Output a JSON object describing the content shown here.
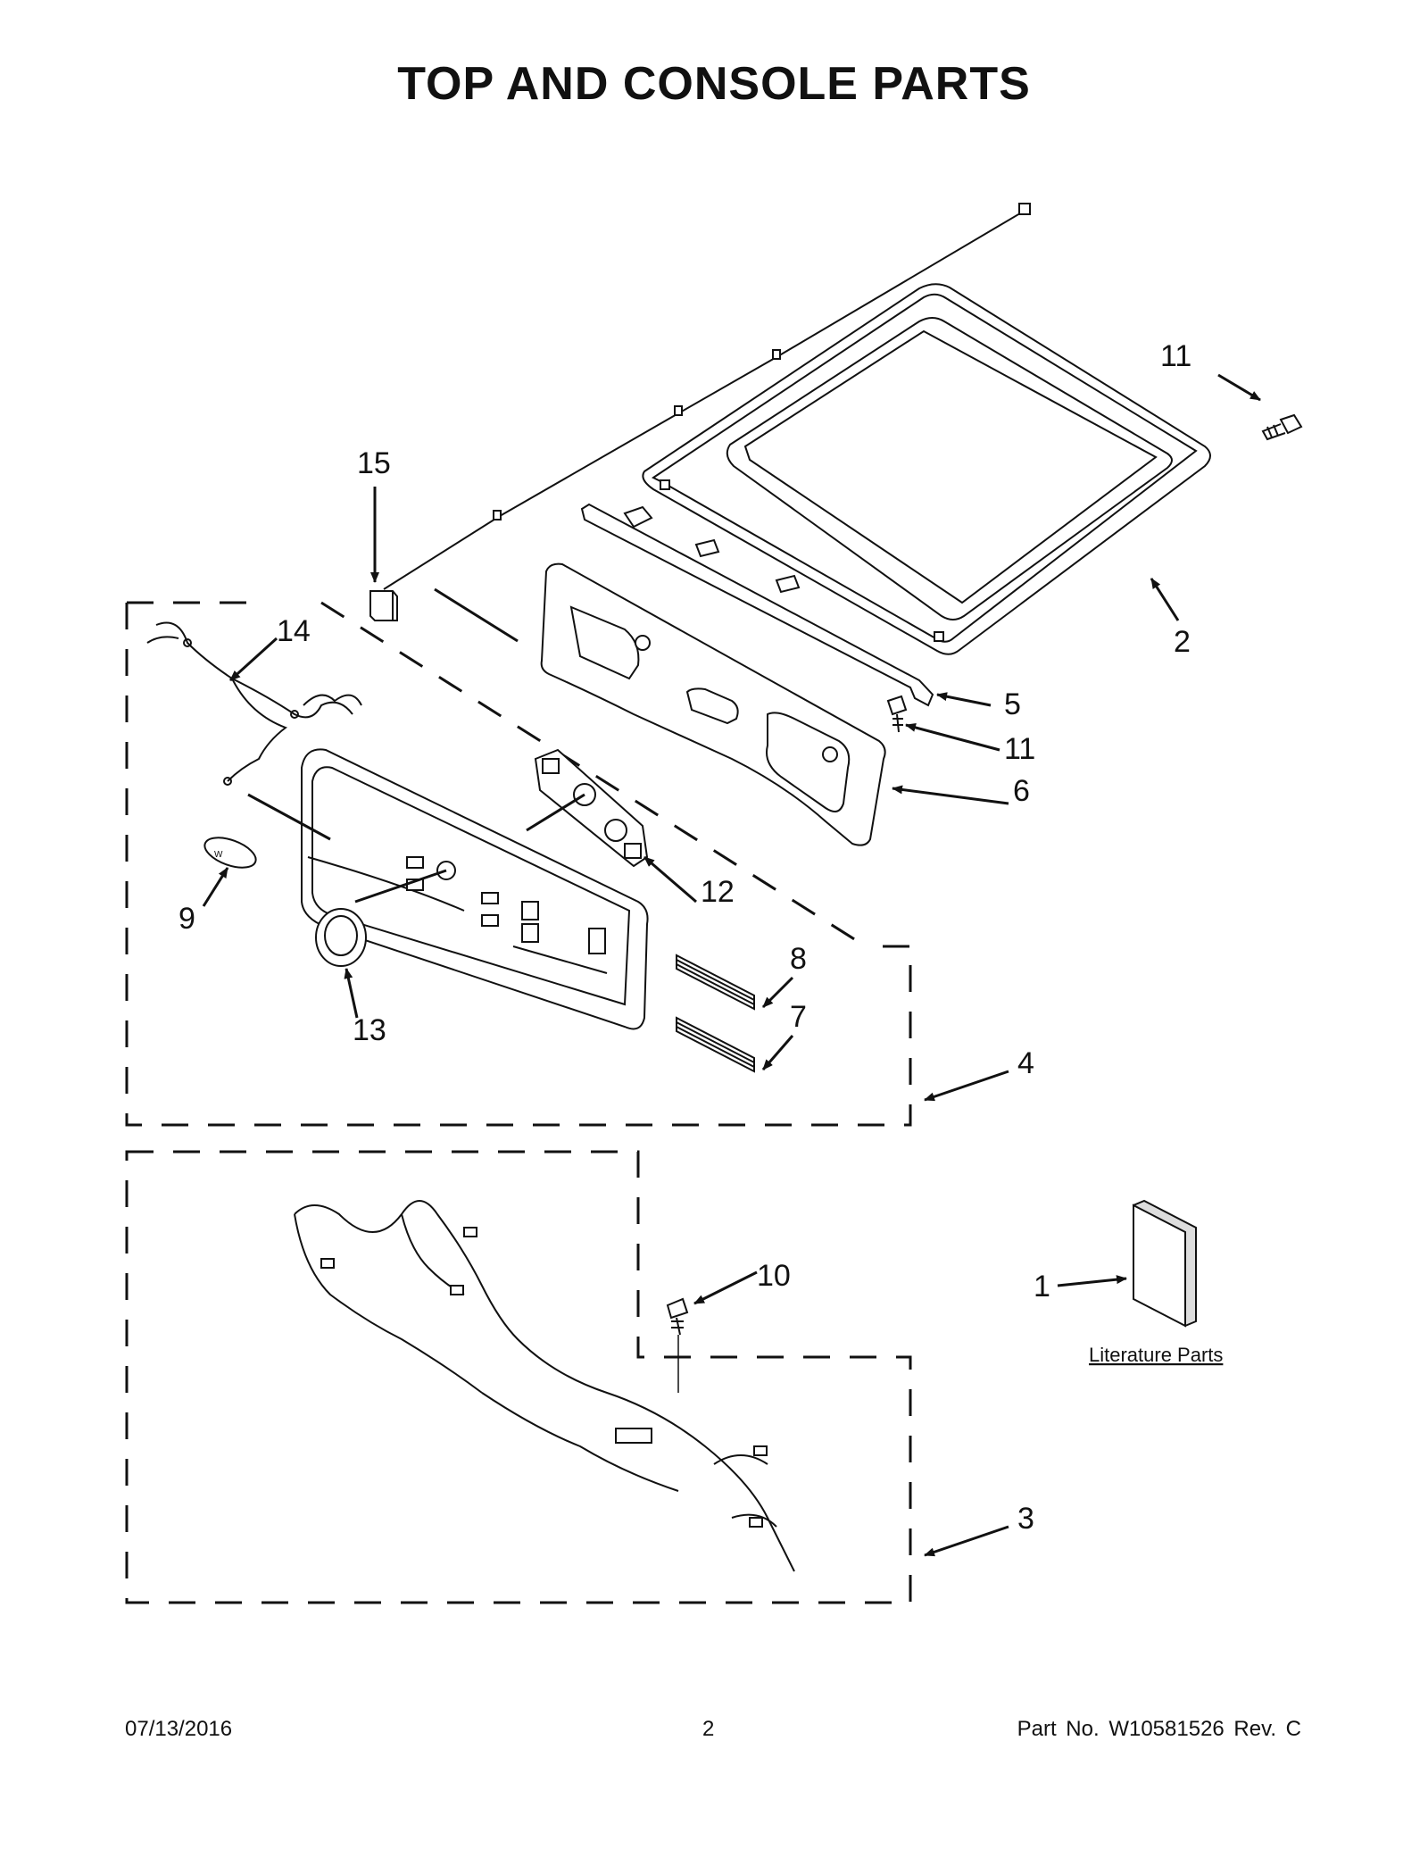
{
  "title": "TOP AND CONSOLE PARTS",
  "callouts": {
    "c1": "1",
    "c2": "2",
    "c3": "3",
    "c4": "4",
    "c5": "5",
    "c6": "6",
    "c7": "7",
    "c8": "8",
    "c9": "9",
    "c10": "10",
    "c11a": "11",
    "c11b": "11",
    "c12": "12",
    "c13": "13",
    "c14": "14",
    "c15": "15"
  },
  "literature_label": "Literature Parts",
  "footer": {
    "date": "07/13/2016",
    "page": "2",
    "part": "Part No.  W10581526  Rev.  C"
  }
}
